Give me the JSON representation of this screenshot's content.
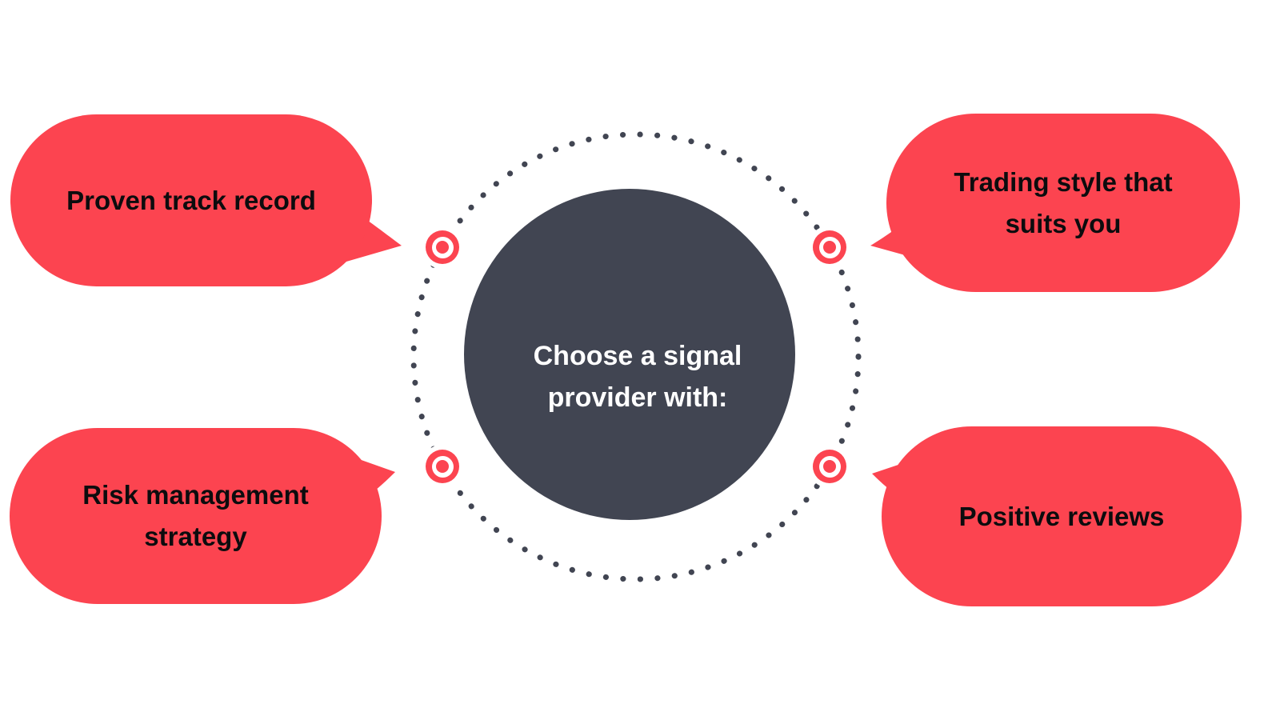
{
  "center": {
    "lines": [
      "Choose a signal",
      "provider with:"
    ]
  },
  "bubbles": [
    {
      "name": "proven-track-record",
      "lines": [
        "Proven track record",
        ""
      ]
    },
    {
      "name": "risk-management-strategy",
      "lines": [
        "Risk management",
        "strategy"
      ]
    },
    {
      "name": "trading-style-suits-you",
      "lines": [
        "Trading style that",
        "suits you"
      ]
    },
    {
      "name": "positive-reviews",
      "lines": [
        "Positive reviews",
        ""
      ]
    }
  ],
  "icons": [
    {
      "name": "target-icon",
      "count": 4,
      "meaning": "connection point on dotted ring"
    }
  ],
  "colors": {
    "bubble_red": "#FC4450",
    "circle_dark": "#414552",
    "dot_color": "#414552",
    "bubble_text": "#0C0C0E",
    "center_text": "#FFFFFF",
    "bg": "#FFFFFF"
  }
}
